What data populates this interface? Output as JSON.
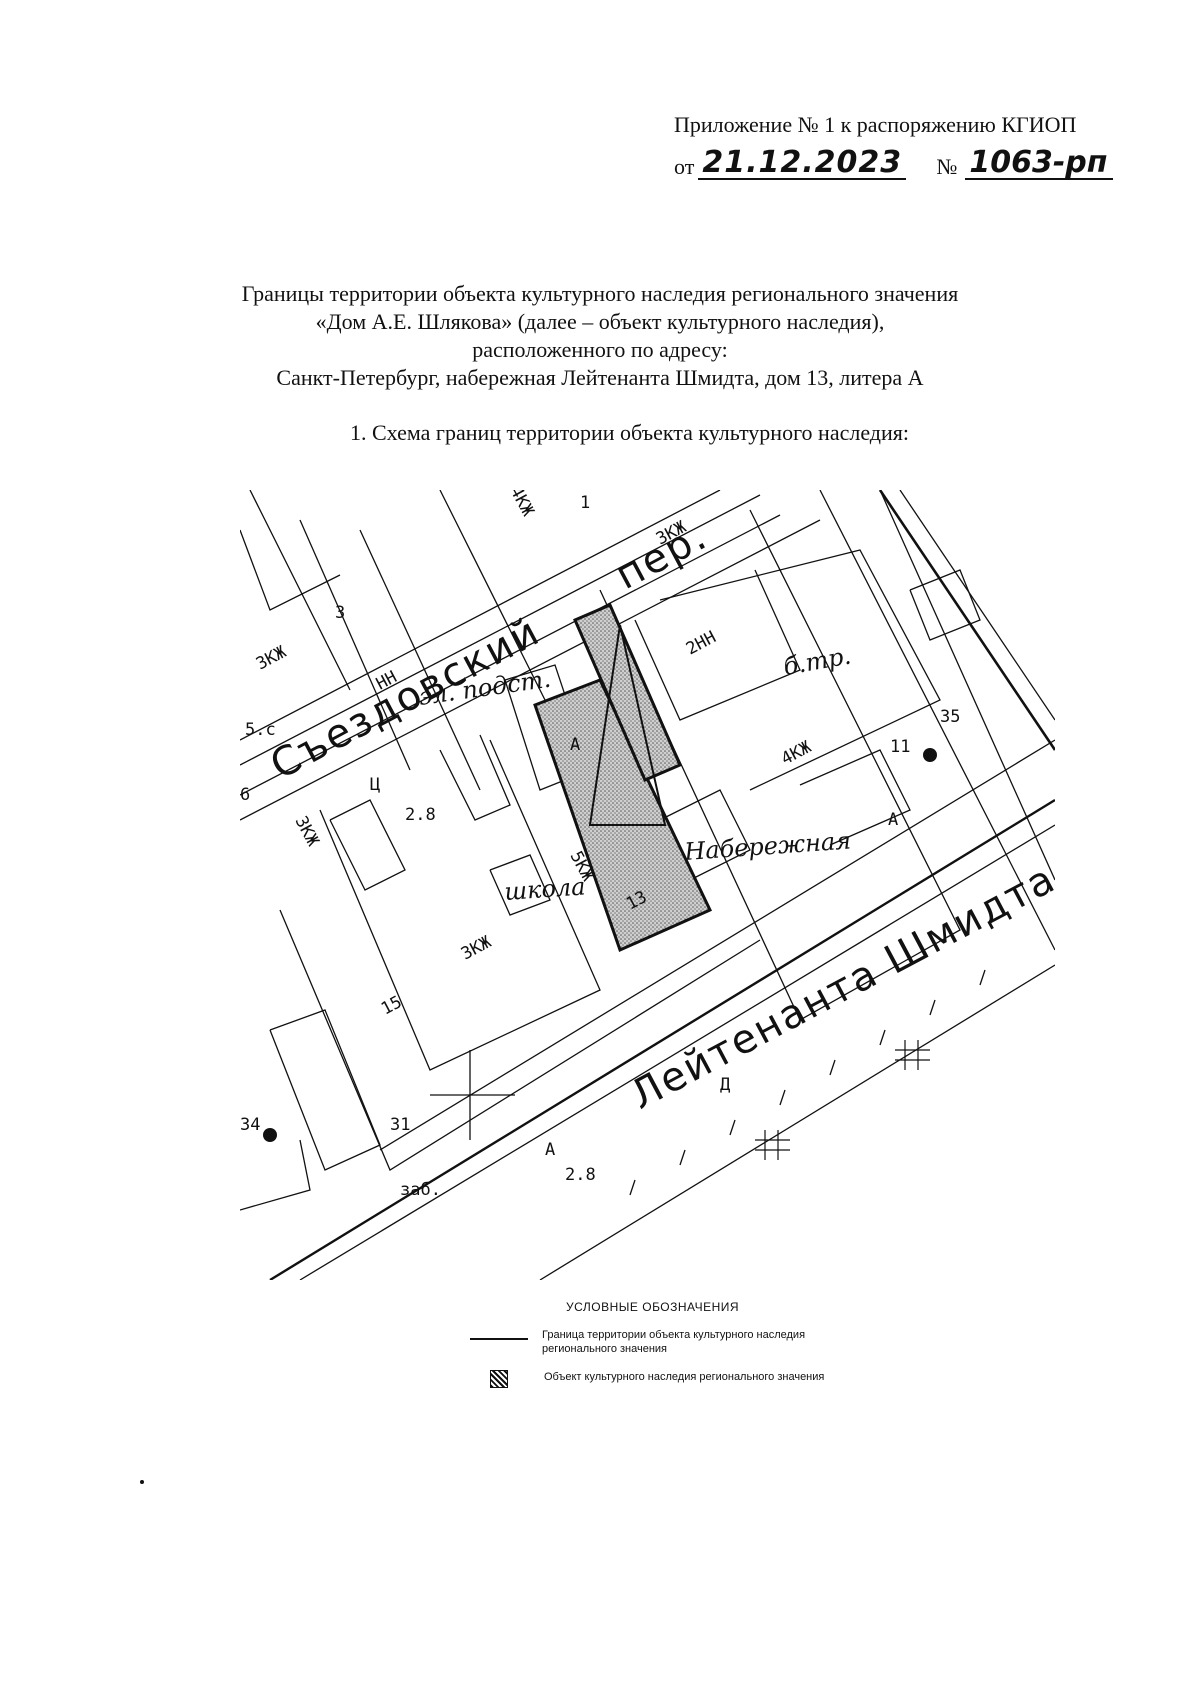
{
  "header": {
    "line1": "Приложение № 1 к распоряжению КГИОП",
    "from_label": "от",
    "date": "21.12.2023",
    "number_label": "№",
    "number": "1063-рп"
  },
  "title": {
    "line1": "Границы территории объекта культурного наследия регионального значения",
    "line2": "«Дом А.Е. Шлякова» (далее – объект культурного наследия),",
    "line3": "расположенного по адресу:",
    "line4": "Санкт-Петербург, набережная Лейтенанта Шмидта, дом 13, литера А"
  },
  "section": {
    "heading": "1.   Схема границ территории объекта культурного наследия:"
  },
  "map": {
    "street_1": "Съездовский",
    "street_1_suffix": "пер.",
    "street_2": "Лейтенанта Шмидта",
    "embankment": "Набережная",
    "school": "школа",
    "podst": "эл. подст.",
    "transf": "б.тр.",
    "labels": {
      "l_3kzh_left": "3КЖ",
      "l_3kzh_mid": "3КЖ",
      "l_3kzh_bottom": "3КЖ",
      "l_3kzh_top": "3КЖ",
      "l_2nn": "2НН",
      "l_4kzh_top": "4КЖ",
      "l_4kzh_right": "4КЖ",
      "l_nn": "НН",
      "l_n13": "13",
      "l_n15": "15",
      "l_n11": "11",
      "l_n3": "3",
      "l_n1": "1",
      "l_n6": "6",
      "l_a": "А",
      "l_d": "Д",
      "l_ts": "Ц",
      "l_5kzh": "5КЖ",
      "l_35": "35",
      "l_34": "34",
      "l_31": "31",
      "l_28a": "2.8",
      "l_28b": "2.8",
      "l_zab": "заб.",
      "l_5c": "5.с"
    }
  },
  "legend": {
    "title": "УСЛОВНЫЕ ОБОЗНАЧЕНИЯ",
    "boundary": "Граница территории объекта культурного наследия регионального значения",
    "object": "Объект культурного наследия регионального значения"
  }
}
